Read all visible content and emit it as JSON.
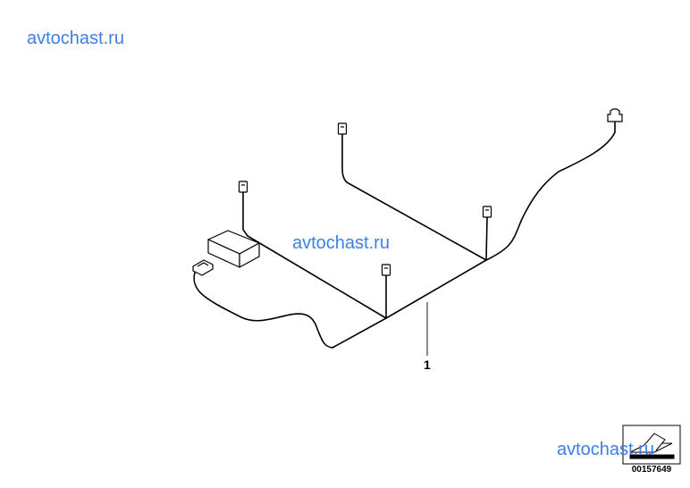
{
  "watermarks": [
    "avtochast.ru",
    "avtochast.ru",
    "avtochast.ru"
  ],
  "part_number_label": "1",
  "diagram_code": "00157649",
  "colors": {
    "watermark": "#3d7ee8",
    "line": "#000000"
  }
}
